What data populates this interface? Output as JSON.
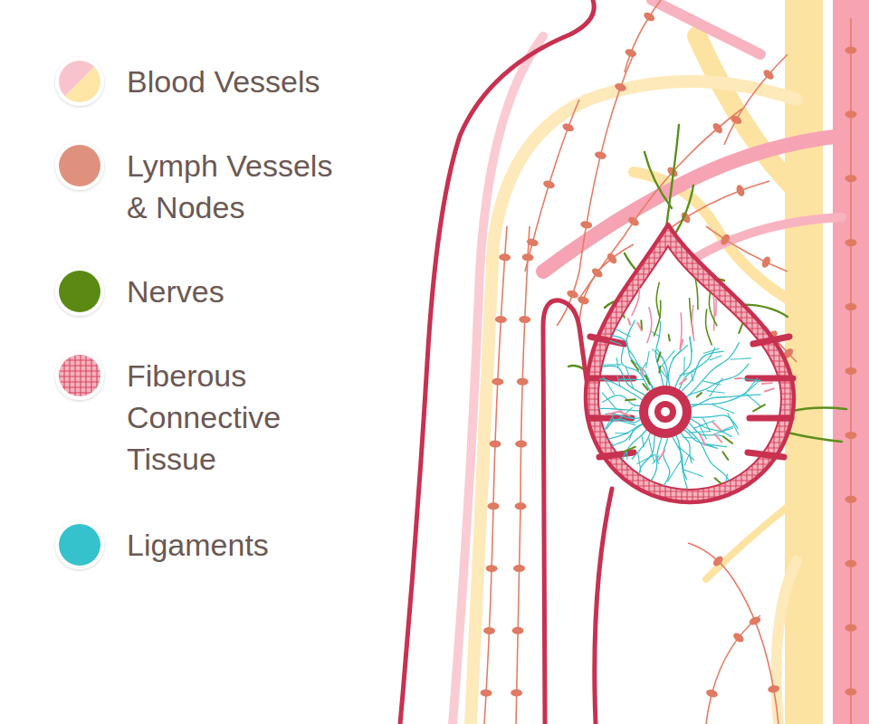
{
  "diagram": {
    "legend": [
      {
        "text": "Blood Vessels"
      },
      {
        "text": "Lymph Vessels & Nodes",
        "color": "#e0917e"
      },
      {
        "text": "Nerves",
        "color": "#5b8a14"
      },
      {
        "text": "Fiberous Connective Tissue"
      },
      {
        "text": "Ligaments",
        "color": "#35c2cc"
      }
    ]
  }
}
